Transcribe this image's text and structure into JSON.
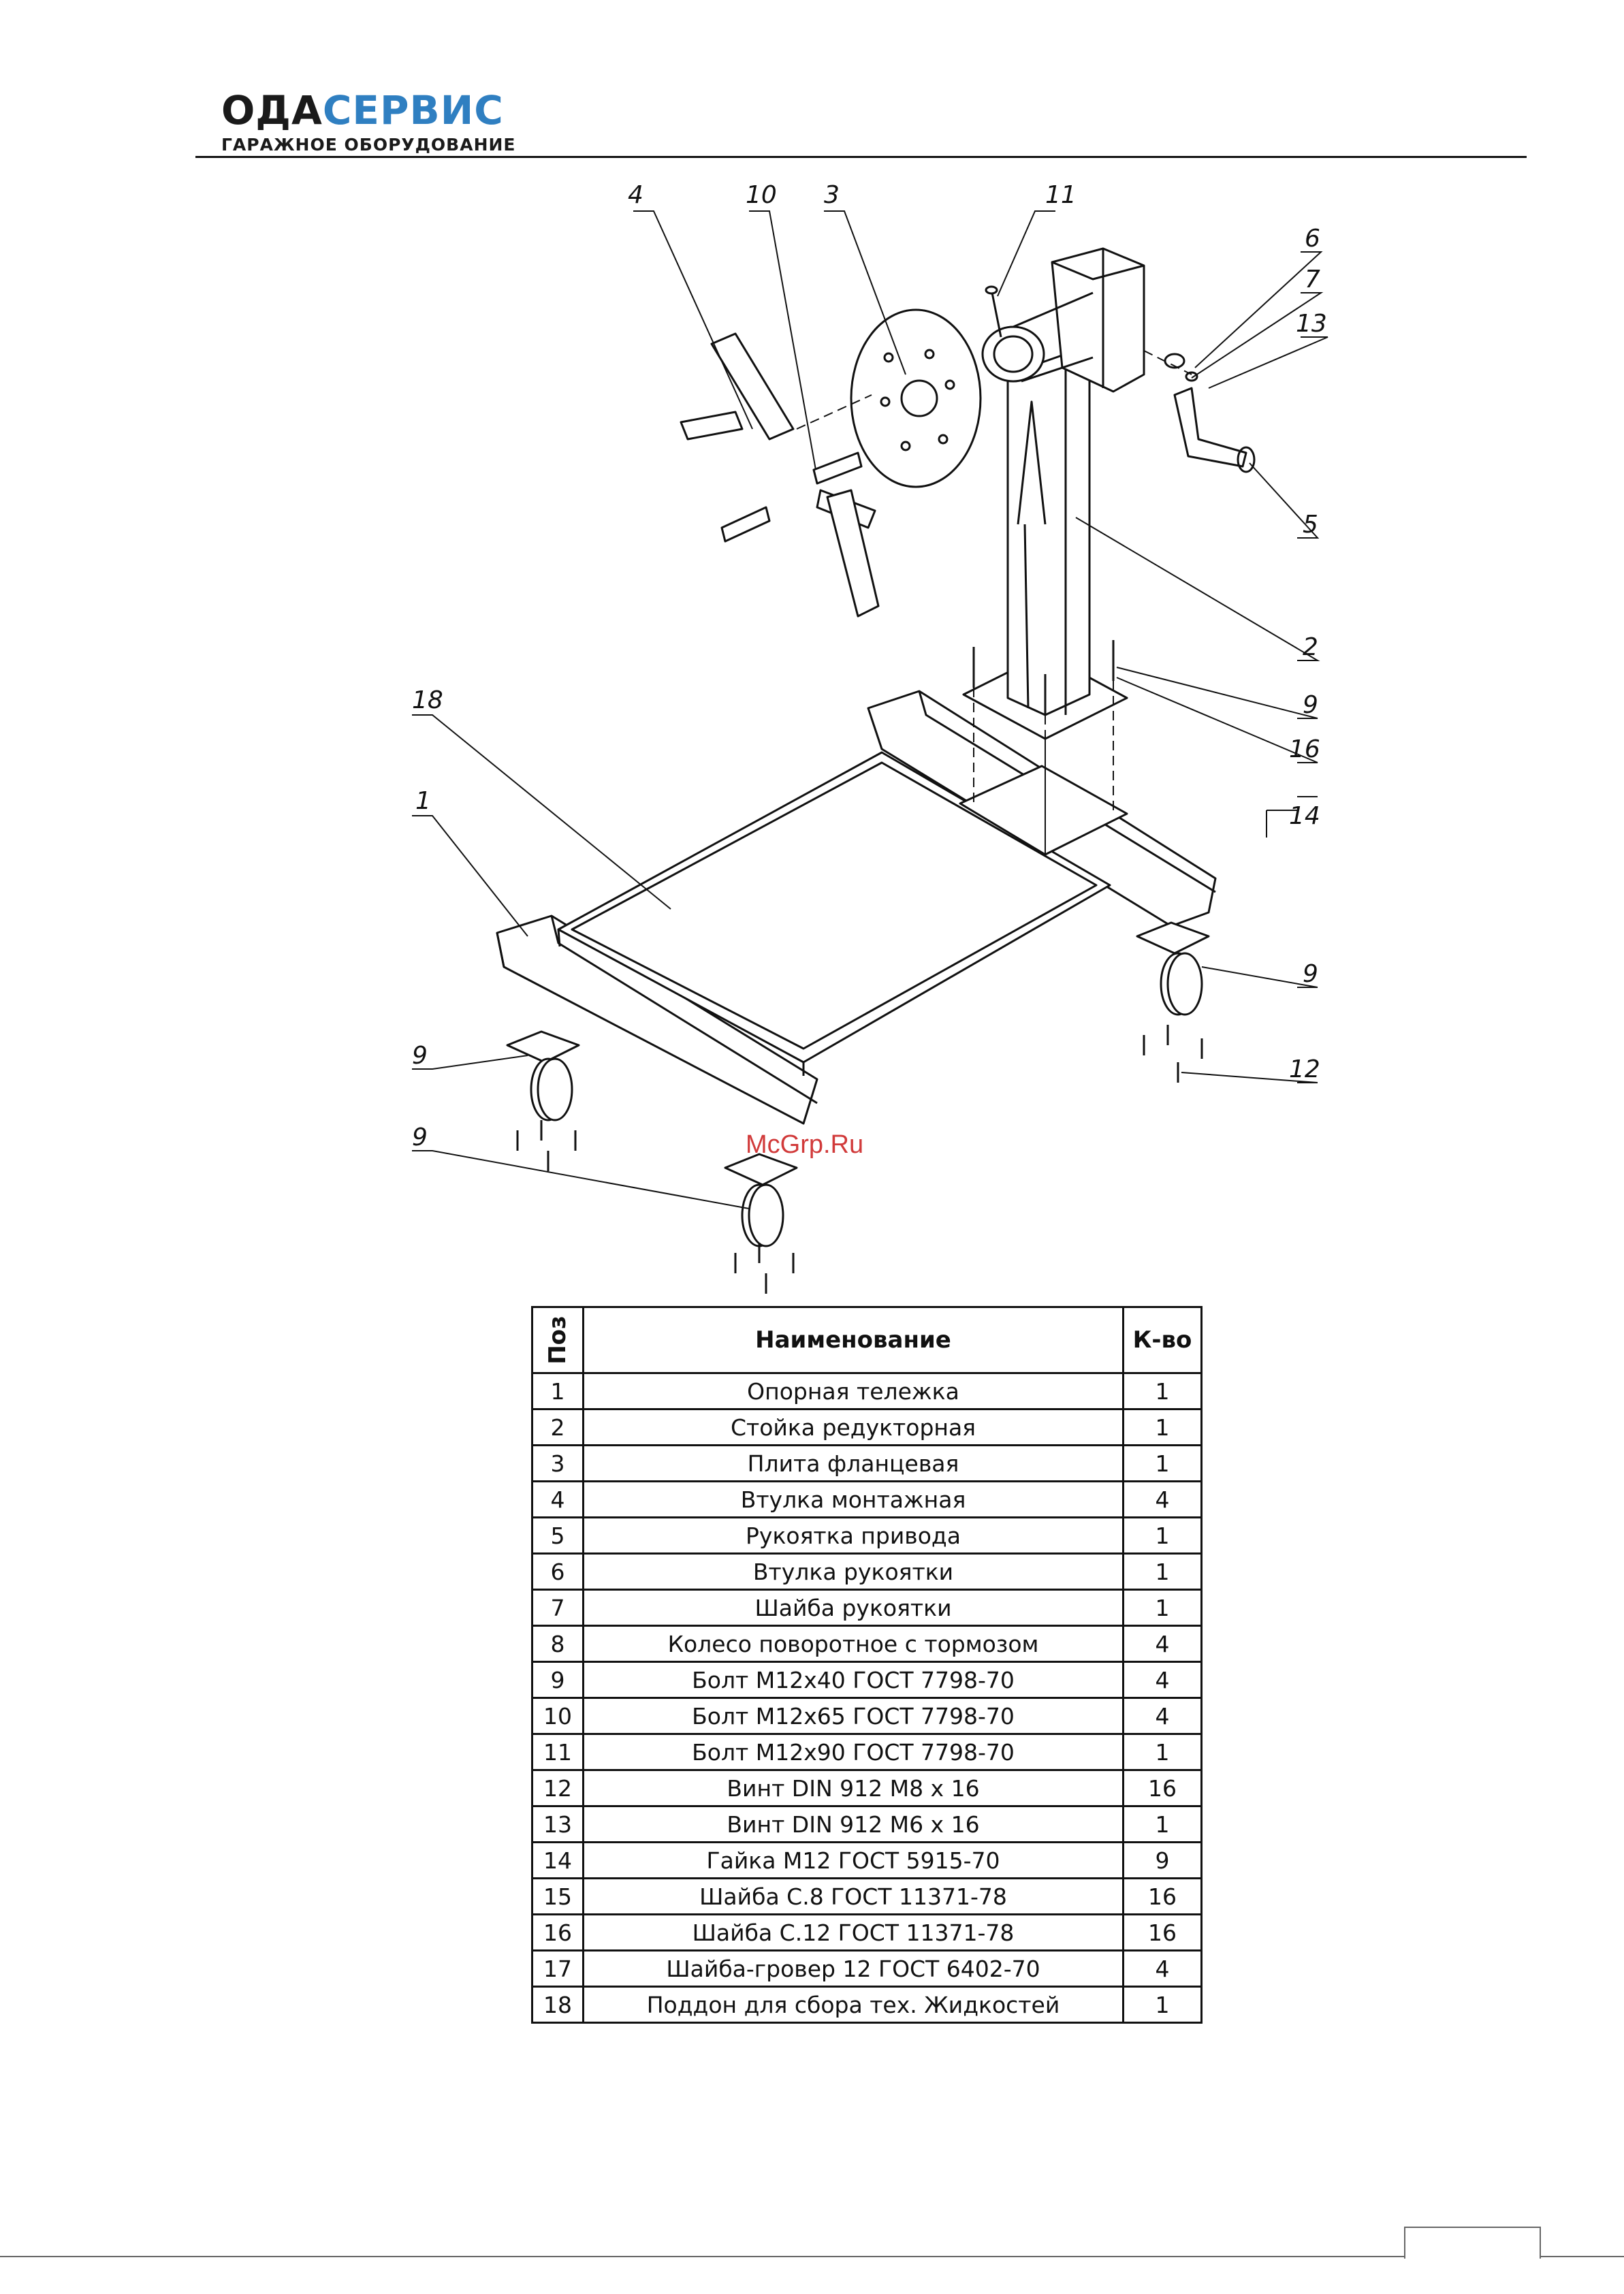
{
  "header": {
    "logo_part1": "ОДА",
    "logo_part2": "СЕРВИС",
    "logo_subtitle": "ГАРАЖНОЕ ОБОРУДОВАНИЕ"
  },
  "drawing": {
    "callouts": [
      "4",
      "10",
      "3",
      "11",
      "6",
      "7",
      "13",
      "5",
      "2",
      "9",
      "16",
      "14",
      "18",
      "1",
      "9",
      "12",
      "9",
      "9"
    ]
  },
  "watermark": "McGrp.Ru",
  "parts_table": {
    "headers": {
      "pos": "Поз",
      "name": "Наименование",
      "qty": "К-во"
    },
    "rows": [
      {
        "pos": "1",
        "name": "Опорная тележка",
        "qty": "1"
      },
      {
        "pos": "2",
        "name": "Стойка редукторная",
        "qty": "1"
      },
      {
        "pos": "3",
        "name": "Плита фланцевая",
        "qty": "1"
      },
      {
        "pos": "4",
        "name": "Втулка монтажная",
        "qty": "4"
      },
      {
        "pos": "5",
        "name": "Рукоятка привода",
        "qty": "1"
      },
      {
        "pos": "6",
        "name": "Втулка рукоятки",
        "qty": "1"
      },
      {
        "pos": "7",
        "name": "Шайба рукоятки",
        "qty": "1"
      },
      {
        "pos": "8",
        "name": "Колесо поворотное с тормозом",
        "qty": "4"
      },
      {
        "pos": "9",
        "name": "Болт М12х40 ГОСТ 7798-70",
        "qty": "4"
      },
      {
        "pos": "10",
        "name": "Болт М12х65 ГОСТ 7798-70",
        "qty": "4"
      },
      {
        "pos": "11",
        "name": "Болт М12х90 ГОСТ 7798-70",
        "qty": "1"
      },
      {
        "pos": "12",
        "name": "Винт DIN 912 M8 x 16",
        "qty": "16"
      },
      {
        "pos": "13",
        "name": "Винт DIN 912 M6 x 16",
        "qty": "1"
      },
      {
        "pos": "14",
        "name": "Гайка М12 ГОСТ 5915-70",
        "qty": "9"
      },
      {
        "pos": "15",
        "name": "Шайба С.8 ГОСТ 11371-78",
        "qty": "16"
      },
      {
        "pos": "16",
        "name": "Шайба С.12 ГОСТ 11371-78",
        "qty": "16"
      },
      {
        "pos": "17",
        "name": "Шайба-гровер 12 ГОСТ 6402-70",
        "qty": "4"
      },
      {
        "pos": "18",
        "name": "Поддон для сбора тех. Жидкостей",
        "qty": "1"
      }
    ]
  }
}
